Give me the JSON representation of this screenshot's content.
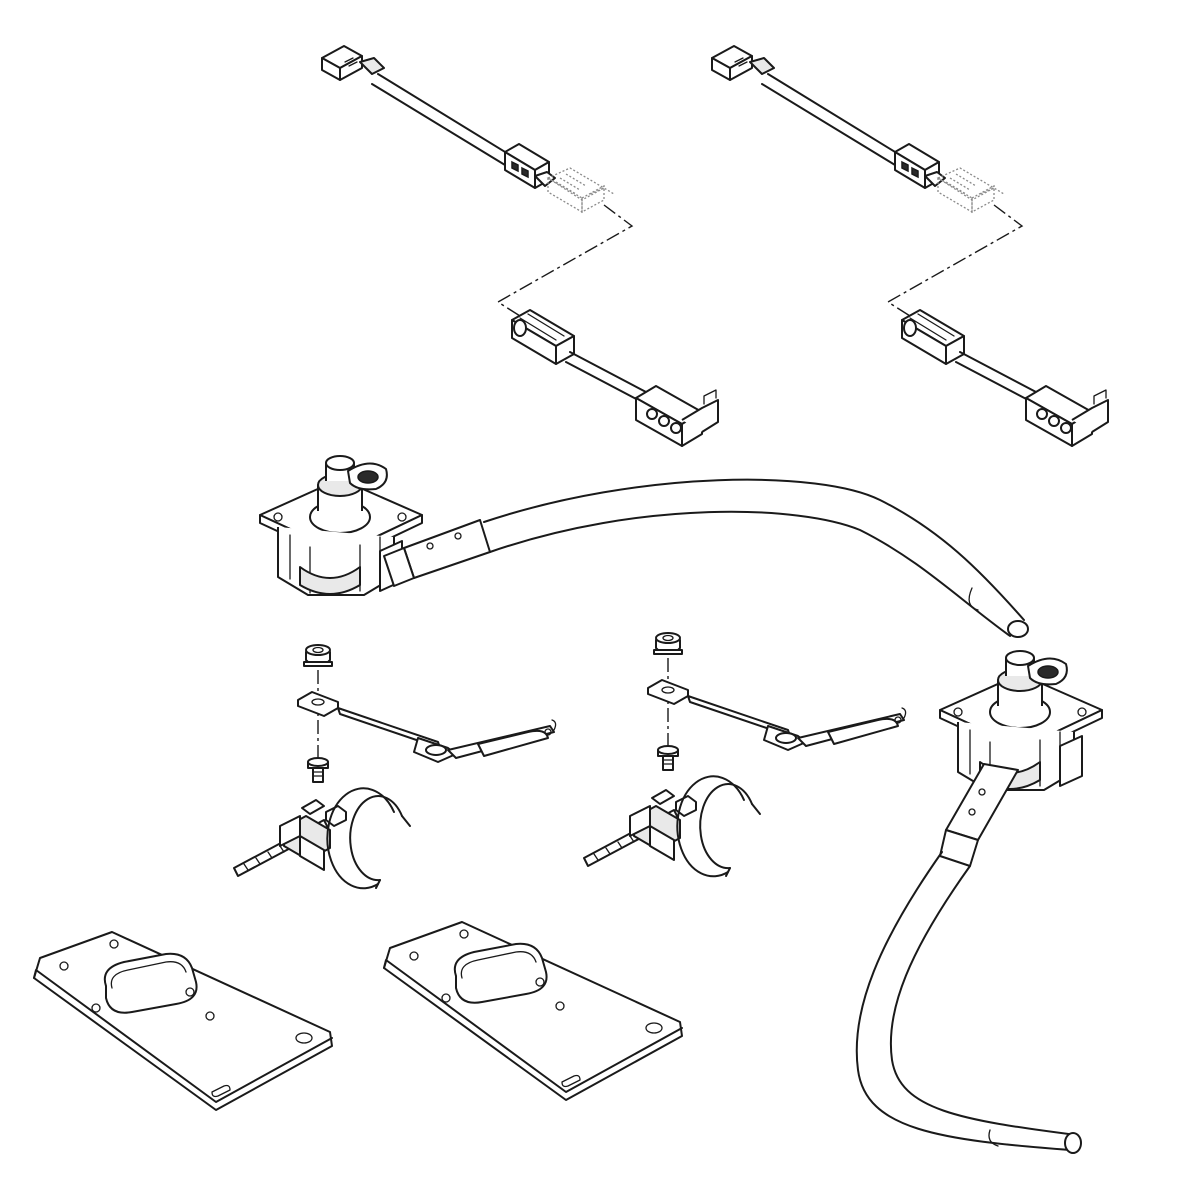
{
  "diagram": {
    "kind": "exploded parts illustration",
    "colors": {
      "line": "#1a1a1a",
      "background": "#ffffff",
      "shade": "#e9e9e9"
    },
    "parts": [
      "wire-harness-left",
      "wire-harness-right",
      "switch-assembly-upper",
      "switch-assembly-lower",
      "bracket-left",
      "bracket-right",
      "cable-tie-left",
      "cable-tie-right",
      "retaining-clip-left",
      "retaining-clip-right",
      "mounting-plate-left",
      "mounting-plate-right"
    ]
  }
}
